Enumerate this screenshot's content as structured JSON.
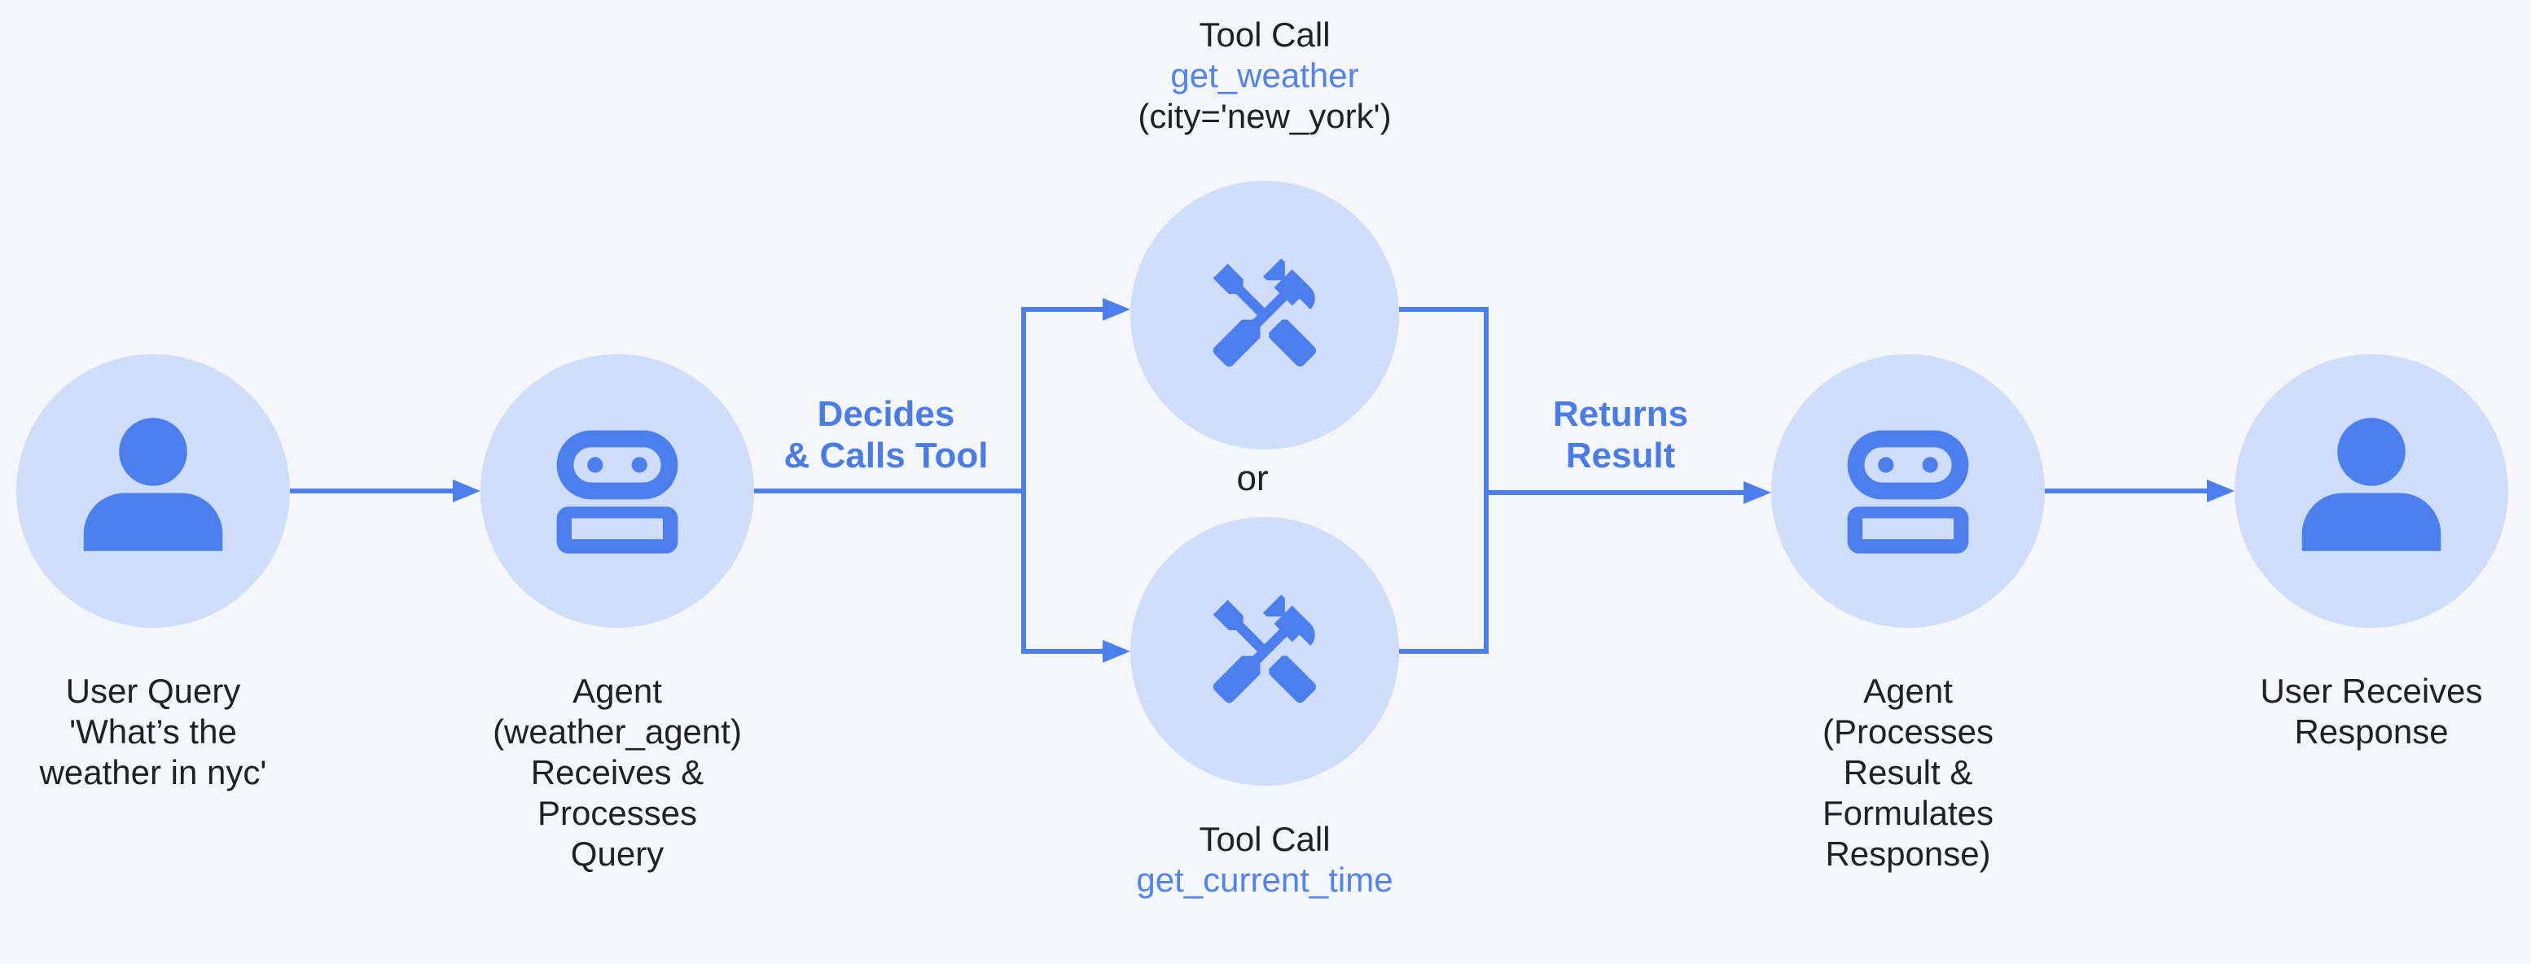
{
  "colors": {
    "background": "#F4F6FA",
    "circle_fill": "#CFDDF8",
    "icon_blue": "#4C7FED",
    "arrow_blue": "#4C7FED",
    "label_blue": "#4A7CE8",
    "function_blue": "#5283F1",
    "text_dark": "#202124"
  },
  "icons": {
    "user": "person-icon",
    "agent": "robot-icon",
    "tool": "hammer-wrench-icon"
  },
  "nodes": {
    "user_query": {
      "label_lines": [
        "User Query",
        "'What’s the",
        "weather in nyc'"
      ]
    },
    "agent_weather": {
      "label_lines": [
        "Agent",
        "(weather_agent)",
        "Receives &",
        "Processes",
        "Query"
      ]
    },
    "tool_weather": {
      "tool_title": "Tool Call",
      "tool_function": "get_weather",
      "tool_args": "(city='new_york')"
    },
    "tool_time": {
      "tool_title": "Tool Call",
      "tool_function": "get_current_time"
    },
    "agent_response": {
      "label_lines": [
        "Agent",
        "(Processes",
        "Result &",
        "Formulates",
        "Response)"
      ]
    },
    "user_response": {
      "label_lines": [
        "User Receives",
        "Response"
      ]
    }
  },
  "edges": {
    "decides_line1": "Decides",
    "decides_line2": "& Calls Tool",
    "returns_line1": "Returns",
    "returns_line2": "Result",
    "or": "or"
  }
}
